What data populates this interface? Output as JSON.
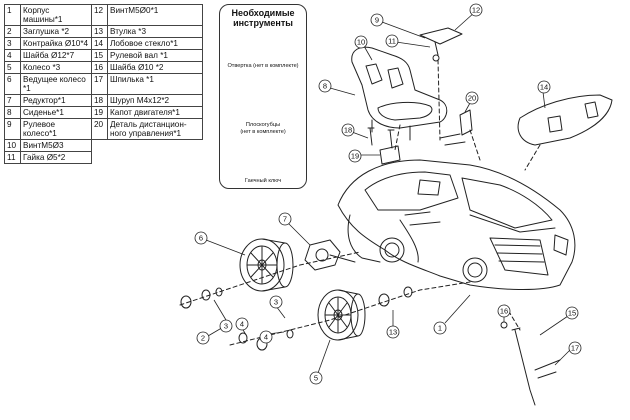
{
  "parts": [
    {
      "num": "1",
      "name": "Корпус машины*1"
    },
    {
      "num": "2",
      "name": "Заглушка *2"
    },
    {
      "num": "3",
      "name": "Контрайка Ø10*4"
    },
    {
      "num": "4",
      "name": "Шайба Ø12*7"
    },
    {
      "num": "5",
      "name": "Колесо *3"
    },
    {
      "num": "6",
      "name": "Ведущее колесо *1"
    },
    {
      "num": "7",
      "name": "Редуктор*1"
    },
    {
      "num": "8",
      "name": "Сиденье*1"
    },
    {
      "num": "9",
      "name": "Рулевое колесо*1"
    },
    {
      "num": "10",
      "name": "ВинтМ5Ø3"
    },
    {
      "num": "11",
      "name": "Гайка  Ø5*2"
    },
    {
      "num": "12",
      "name": "ВинтМ5Ø0*1"
    },
    {
      "num": "13",
      "name": "Втулка *3"
    },
    {
      "num": "14",
      "name": "Лобовое стекло*1"
    },
    {
      "num": "15",
      "name": "Рулевой вал *1"
    },
    {
      "num": "16",
      "name": "Шайба Ø10 *2"
    },
    {
      "num": "17",
      "name": "Шпилька *1"
    },
    {
      "num": "18",
      "name": "Шуруп М4х12*2"
    },
    {
      "num": "19",
      "name": "Капот двигателя*1"
    },
    {
      "num": "20",
      "name": "Деталь дистанцион-ного управления*1"
    }
  ],
  "tools": {
    "title_line1": "Необходимые",
    "title_line2": "инструменты",
    "screwdriver": "Отвертка (нет в комплекте)",
    "pliers_line1": "Плоскогубцы",
    "pliers_line2": "(нет в комплекте)",
    "wrench": "Гаечный ключ"
  },
  "callouts": [
    {
      "id": "c1",
      "label": "1"
    },
    {
      "id": "c2",
      "label": "2"
    },
    {
      "id": "c3a",
      "label": "3"
    },
    {
      "id": "c3b",
      "label": "3"
    },
    {
      "id": "c4a",
      "label": "4"
    },
    {
      "id": "c4b",
      "label": "4"
    },
    {
      "id": "c5",
      "label": "5"
    },
    {
      "id": "c6",
      "label": "6"
    },
    {
      "id": "c7",
      "label": "7"
    },
    {
      "id": "c8",
      "label": "8"
    },
    {
      "id": "c9",
      "label": "9"
    },
    {
      "id": "c10",
      "label": "10"
    },
    {
      "id": "c11",
      "label": "11"
    },
    {
      "id": "c12",
      "label": "12"
    },
    {
      "id": "c13",
      "label": "13"
    },
    {
      "id": "c14",
      "label": "14"
    },
    {
      "id": "c15",
      "label": "15"
    },
    {
      "id": "c16",
      "label": "16"
    },
    {
      "id": "c17",
      "label": "17"
    },
    {
      "id": "c18",
      "label": "18"
    },
    {
      "id": "c19",
      "label": "19"
    },
    {
      "id": "c20",
      "label": "20"
    }
  ]
}
